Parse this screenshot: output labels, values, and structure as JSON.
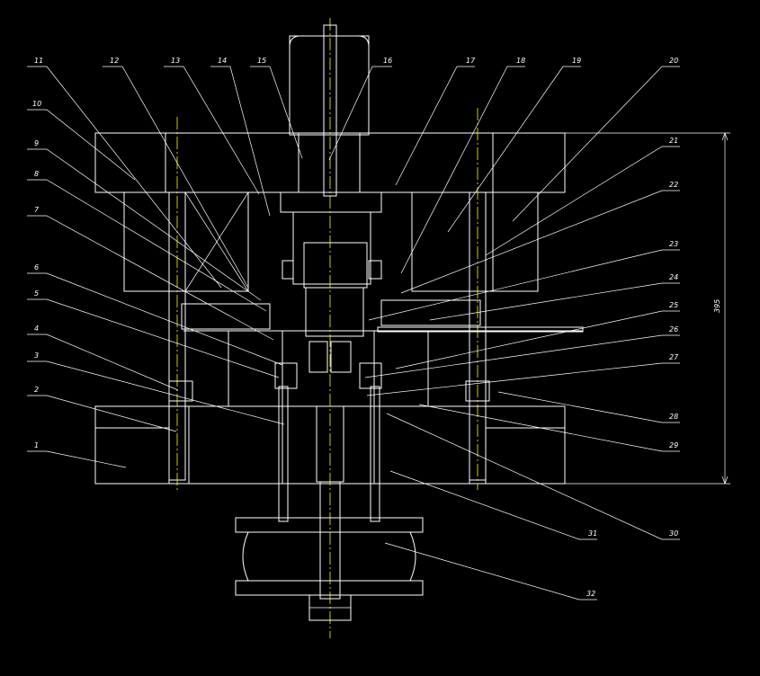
{
  "drawing": {
    "background": "#000000",
    "line_color": "#ffffff",
    "centerline_color": "#ffff00",
    "balloons": [
      {
        "label": "1"
      },
      {
        "label": "2"
      },
      {
        "label": "3"
      },
      {
        "label": "4"
      },
      {
        "label": "5"
      },
      {
        "label": "6"
      },
      {
        "label": "7"
      },
      {
        "label": "8"
      },
      {
        "label": "9"
      },
      {
        "label": "10"
      },
      {
        "label": "11"
      },
      {
        "label": "12"
      },
      {
        "label": "13"
      },
      {
        "label": "14"
      },
      {
        "label": "15"
      },
      {
        "label": "16"
      },
      {
        "label": "17"
      },
      {
        "label": "18"
      },
      {
        "label": "19"
      },
      {
        "label": "20"
      },
      {
        "label": "21"
      },
      {
        "label": "22"
      },
      {
        "label": "23"
      },
      {
        "label": "24"
      },
      {
        "label": "25"
      },
      {
        "label": "26"
      },
      {
        "label": "27"
      },
      {
        "label": "28"
      },
      {
        "label": "29"
      },
      {
        "label": "30"
      },
      {
        "label": "31"
      },
      {
        "label": "32"
      }
    ],
    "dimension": {
      "value": "395"
    }
  }
}
